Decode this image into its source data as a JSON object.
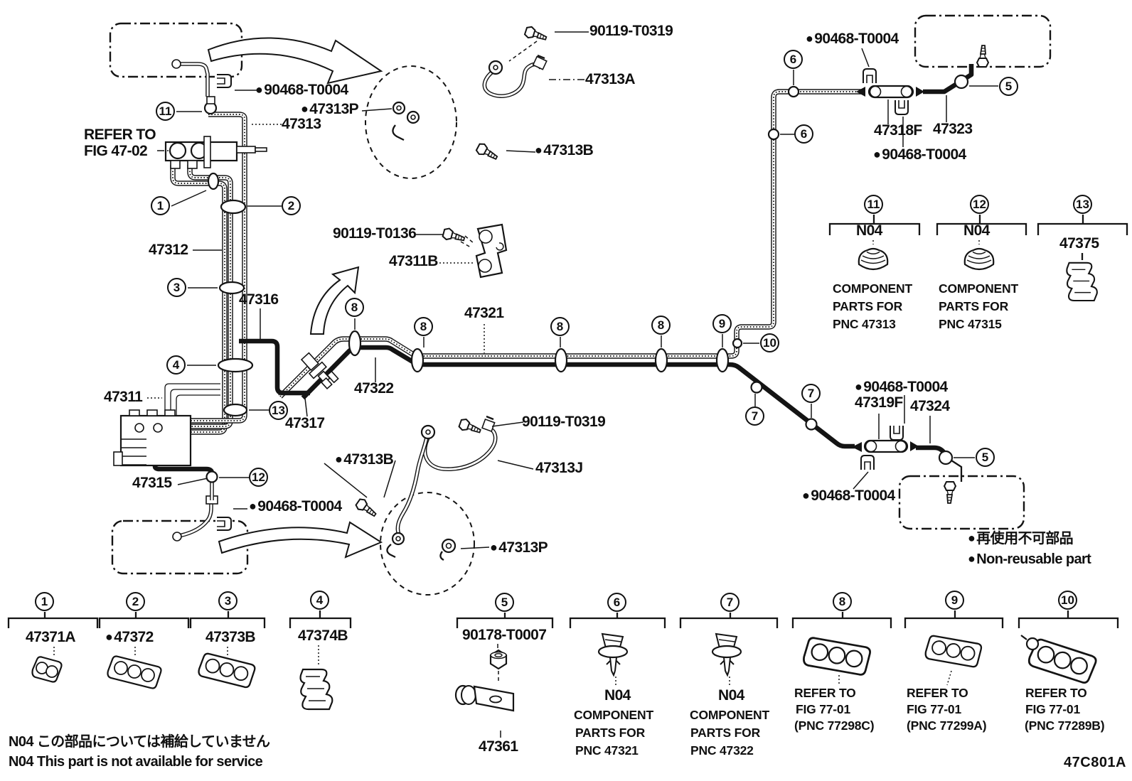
{
  "glyphs": {
    "bullet": "●"
  },
  "callouts": {
    "c1": "1",
    "c2": "2",
    "c3": "3",
    "c4": "4",
    "c5": "5",
    "c6": "6",
    "c7": "7",
    "c8": "8",
    "c9": "9",
    "c10": "10",
    "c11": "11",
    "c12": "12",
    "c13": "13"
  },
  "labels": {
    "refer4702a": "REFER TO",
    "refer4702b": "FIG 47-02",
    "n90468": "90468-T0004",
    "n90119a": "90119-T0319",
    "n90119b": "90119-T0136",
    "n90178": "90178-T0007",
    "p47313": "47313",
    "p47313a": "47313A",
    "p47313b": "47313B",
    "p47313j": "47313J",
    "p47313p": "47313P",
    "p47312": "47312",
    "p47316": "47316",
    "p47311": "47311",
    "p47311b": "47311B",
    "p47315": "47315",
    "p47317": "47317",
    "p47321": "47321",
    "p47322": "47322",
    "p47318f": "47318F",
    "p47323": "47323",
    "p47319f": "47319F",
    "p47324": "47324",
    "p47375": "47375",
    "p47371a": "47371A",
    "p47372": "47372",
    "p47373b": "47373B",
    "p47374b": "47374B",
    "p47361": "47361",
    "n04": "N04",
    "component": "COMPONENT",
    "parts_for": "PARTS FOR",
    "pnc47313": "PNC 47313",
    "pnc47315": "PNC 47315",
    "pnc47321": "PNC 47321",
    "pnc47322": "PNC 47322",
    "refer_to": "REFER TO",
    "fig7701": "FIG 77-01",
    "pnc77298c": "(PNC 77298C)",
    "pnc77299a": "(PNC 77299A)",
    "pnc77289b": "(PNC 77289B)",
    "note_jp": "N04 この部品については補給していません",
    "note_en": "N04 This part is not available for service",
    "nonreusable_jp": "再使用不可部品",
    "nonreusable_en": "Non-reusable part",
    "code": "47C801A"
  }
}
